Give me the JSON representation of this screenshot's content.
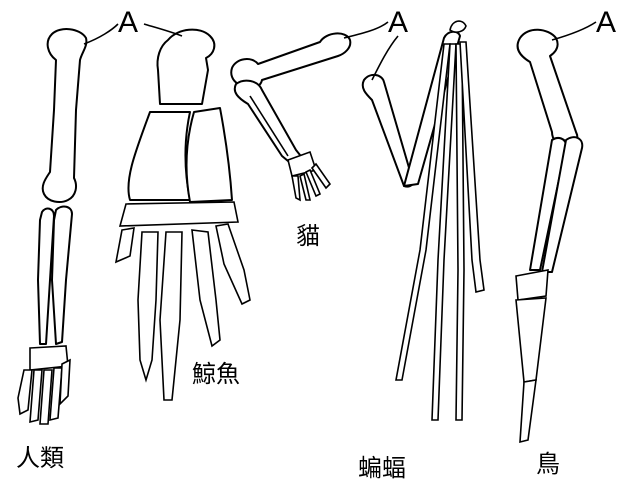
{
  "label_marker": "A",
  "captions": {
    "human": "人類",
    "whale": "鯨魚",
    "cat": "貓",
    "bat": "蝙蝠",
    "bird": "鳥"
  }
}
